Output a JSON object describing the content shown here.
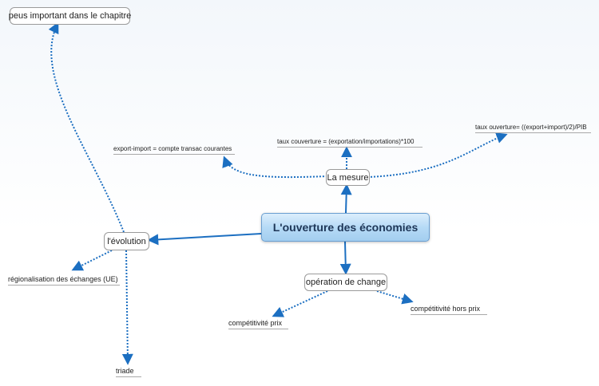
{
  "central": "L'ouverture des économies",
  "nodes": {
    "mesure": "La mesure",
    "evolution": "l'évolution",
    "operation": "opération de change",
    "peu_important": "peus important dans le chapitre"
  },
  "leaves": {
    "export_import": "export-import = compte transac courantes",
    "taux_couverture": "taux couverture = (exportation/importations)*100",
    "taux_ouverture": "taux ouverture= ((export+import)/2)/PIB",
    "regionalisation": "régionalisation des échanges (UE)",
    "triade": "triade",
    "competitivite_prix": "compétitivité prix",
    "competitivite_hors_prix": "compétitivité hors prix"
  },
  "colors": {
    "connector": "#1c6fc1",
    "border": "#9a9a9a"
  }
}
